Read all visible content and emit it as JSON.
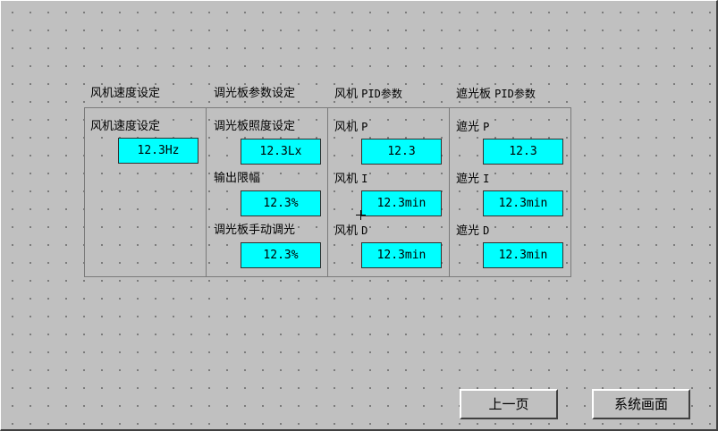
{
  "sections": {
    "fan_speed": {
      "header": "风机速度设定",
      "setting_label": "风机速度设定",
      "setting_value": "12.3Hz"
    },
    "dimmer": {
      "header": "调光板参数设定",
      "illuminance_label": "调光板照度设定",
      "illuminance_value": "12.3Lx",
      "output_limit_label": "输出限幅",
      "output_limit_value": "12.3%",
      "manual_label": "调光板手动调光",
      "manual_value": "12.3%"
    },
    "fan_pid": {
      "header_text": "风机",
      "header_pid": "PID参数",
      "p_label": "风机",
      "p_letter": "P",
      "p_value": "12.3",
      "i_label": "风机",
      "i_letter": "I",
      "i_value": "12.3min",
      "d_label": "风机",
      "d_letter": "D",
      "d_value": "12.3min"
    },
    "shade_pid": {
      "header_text": "遮光板",
      "header_pid": "PID参数",
      "p_label": "遮光",
      "p_letter": "P",
      "p_value": "12.3",
      "i_label": "遮光",
      "i_letter": "I",
      "i_value": "12.3min",
      "d_label": "遮光",
      "d_letter": "D",
      "d_value": "12.3min"
    }
  },
  "buttons": {
    "prev_page": "上一页",
    "system_screen": "系统画面"
  },
  "colors": {
    "background": "#c0c0c0",
    "value_field": "#00ffff"
  }
}
